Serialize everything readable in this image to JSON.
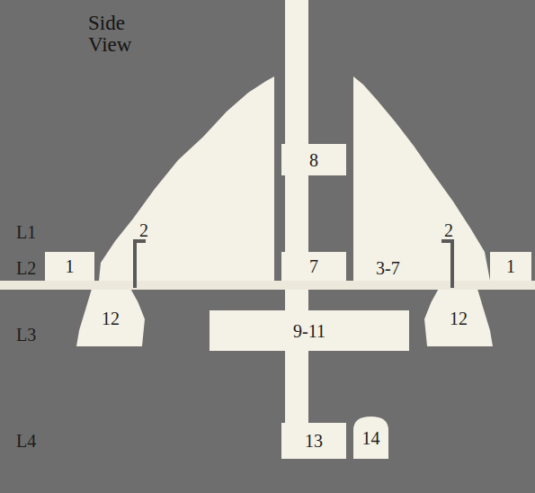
{
  "diagram": {
    "title": "Side View",
    "nodes": [
      {
        "text": [
          "8"
        ]
      },
      {
        "text": [
          "1"
        ]
      },
      {
        "text": [
          "7"
        ]
      },
      {
        "text": [
          "1"
        ]
      },
      {
        "text": [
          "12"
        ]
      },
      {
        "text": [
          "9-11"
        ]
      },
      {
        "text": [
          "12"
        ]
      },
      {
        "text": [
          "13"
        ]
      },
      {
        "text": [
          "14"
        ]
      }
    ],
    "labels": [
      "L1",
      "L2",
      "L3",
      "L4",
      "2",
      "2",
      "3-7"
    ]
  }
}
